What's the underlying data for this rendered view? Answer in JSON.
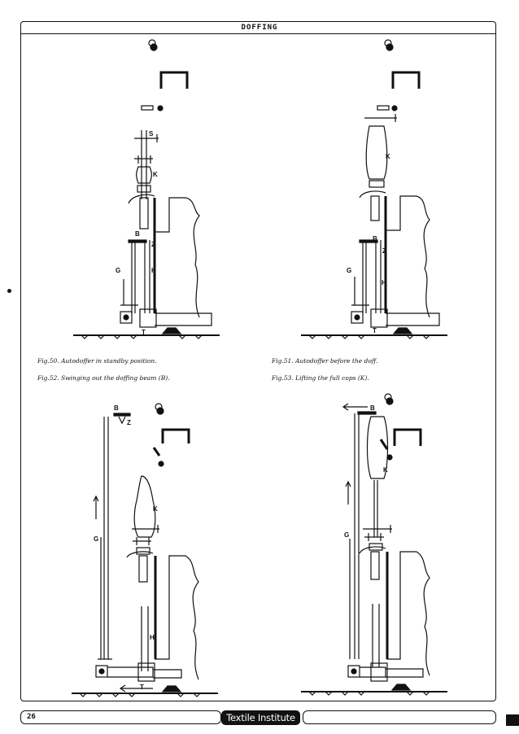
{
  "page": {
    "title": "DOFFING",
    "page_number": "26",
    "publisher_logo": "Textile Institute"
  },
  "captions": [
    "Fig.50. Autodoffer in standby position.",
    "Fig.51. Autodoffer before the doff.",
    "Fig.52. Swinging out the doffing beam (B).",
    "Fig.53. Lifting the full cops (K)."
  ],
  "figures": [
    {
      "labels": {
        "s": "S",
        "k": "K",
        "b": "B",
        "z": "Z",
        "g": "G",
        "h": "H",
        "t": "T"
      }
    },
    {
      "labels": {
        "k": "K",
        "b": "B",
        "z": "Z",
        "g": "G",
        "h": "H",
        "t": "T"
      }
    },
    {
      "labels": {
        "b": "B",
        "z": "Z",
        "k": "K",
        "g": "G",
        "h": "H",
        "t": "T"
      }
    },
    {
      "labels": {
        "b": "B",
        "k": "K",
        "g": "G"
      }
    }
  ]
}
